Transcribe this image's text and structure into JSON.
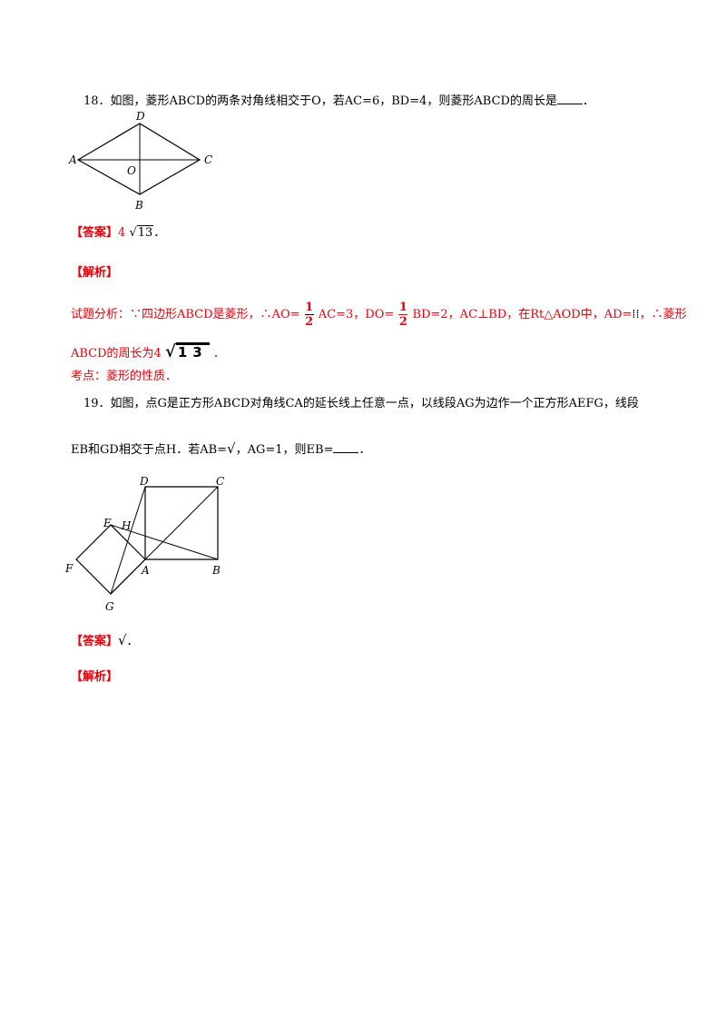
{
  "q18": {
    "text": "18．如图，菱形ABCD的两条对角线相交于O，若AC=6，BD=4，则菱形ABCD的周长是",
    "end": "．",
    "answer_label": "【答案】",
    "answer_coef": "4",
    "answer_radicand": "13",
    "answer_end": "．",
    "analysis_label": "【解析】",
    "sol_part1": "试题分析：∵四边形ABCD是菱形，∴AO=",
    "frac_num": "1",
    "frac_den": "2",
    "sol_part2": "AC=3，DO=",
    "sol_part3": "BD=2，AC⊥BD，在Rt△AOD中，AD=",
    "sol_part4": "，∴菱形",
    "sol_line2_a": "ABCD的周长为4",
    "sol_line2_radicand": "13",
    "sol_line2_end": "．",
    "kaodian": "考点：菱形的性质．",
    "labels": {
      "A": "A",
      "B": "B",
      "C": "C",
      "D": "D",
      "O": "O"
    }
  },
  "q19": {
    "line1": "19．如图，点G是正方形ABCD对角线CA的延长线上任意一点，以线段AG为边作一个正方形AEFG，线段",
    "line2_a": "EB和GD相交于点H．若AB=",
    "line2_b": "，AG=1，则EB=",
    "line2_end": "．",
    "answer_label": "【答案】",
    "answer_end": "．",
    "analysis_label": "【解析】",
    "labels": {
      "A": "A",
      "B": "B",
      "C": "C",
      "D": "D",
      "E": "E",
      "F": "F",
      "G": "G",
      "H": "H"
    }
  }
}
